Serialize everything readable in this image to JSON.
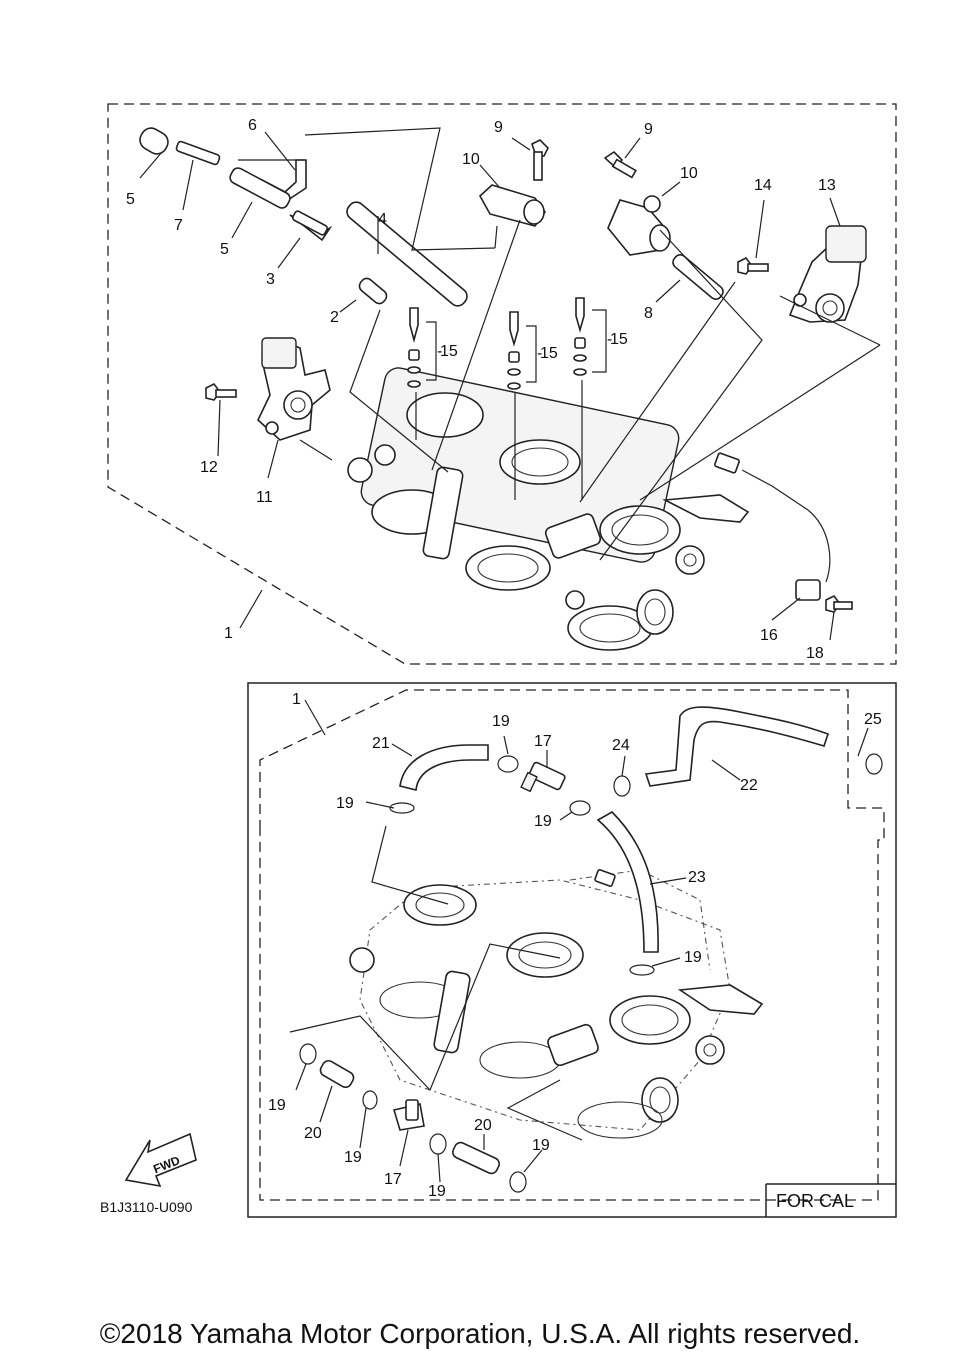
{
  "diagram": {
    "callouts_top": [
      "1",
      "2",
      "3",
      "4",
      "5",
      "5",
      "6",
      "7",
      "8",
      "9",
      "9",
      "10",
      "10",
      "11",
      "12",
      "13",
      "14",
      "15",
      "15",
      "15",
      "16",
      "18"
    ],
    "callouts_bottom": [
      "1",
      "17",
      "17",
      "19",
      "19",
      "19",
      "19",
      "19",
      "19",
      "19",
      "19",
      "20",
      "20",
      "21",
      "22",
      "23",
      "24",
      "25"
    ],
    "cal_label": "FOR CAL",
    "fwd_label": "FWD",
    "drawing_code": "B1J3110-U090"
  },
  "footer": {
    "copyright": "©2018 Yamaha Motor Corporation, U.S.A. All rights reserved."
  }
}
